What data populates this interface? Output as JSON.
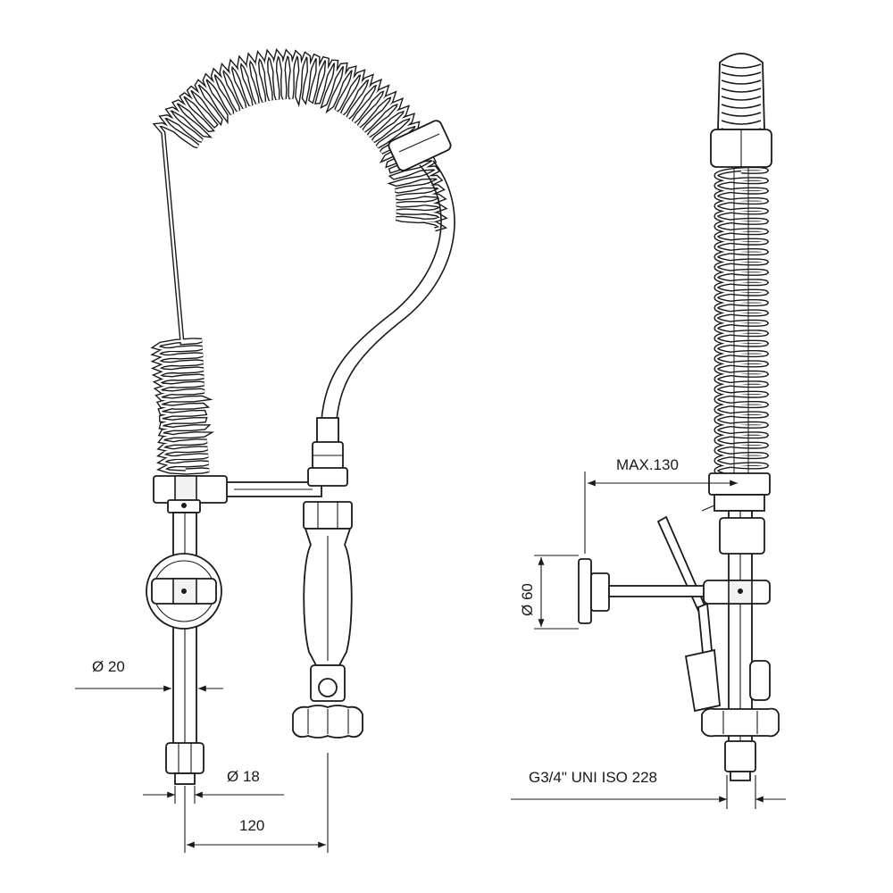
{
  "dimensions": {
    "dia_20": "Ø 20",
    "dia_18": "Ø 18",
    "width_120": "120",
    "max_130": "MAX.130",
    "dia_60": "Ø 60",
    "thread": "G3/4\" UNI ISO 228"
  },
  "colors": {
    "line": "#1a1a1a",
    "background": "#ffffff"
  }
}
